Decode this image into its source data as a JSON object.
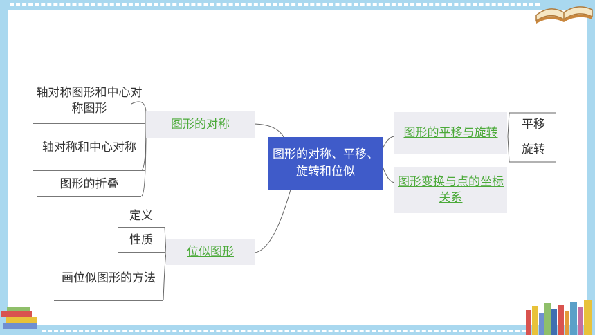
{
  "center": "图形的对称、平移、旋转和位似",
  "branches": {
    "symmetry": "图形的对称",
    "similar": "位似图形",
    "translate_rotate": "图形的平移与旋转",
    "transform_coords": "图形变换与点的坐标关系"
  },
  "leaves": {
    "symmetry": [
      "轴对称图形和中心对称图形",
      "轴对称和中心对称",
      "图形的折叠"
    ],
    "similar": [
      "定义",
      "性质",
      "画位似图形的方法"
    ],
    "translate_rotate": [
      "平移",
      "旋转"
    ]
  },
  "colors": {
    "frame": "#a9d8ef",
    "center_fill": "#3f5bc9",
    "branch_fill": "#ededf2",
    "branch_text": "#4caa3a"
  }
}
